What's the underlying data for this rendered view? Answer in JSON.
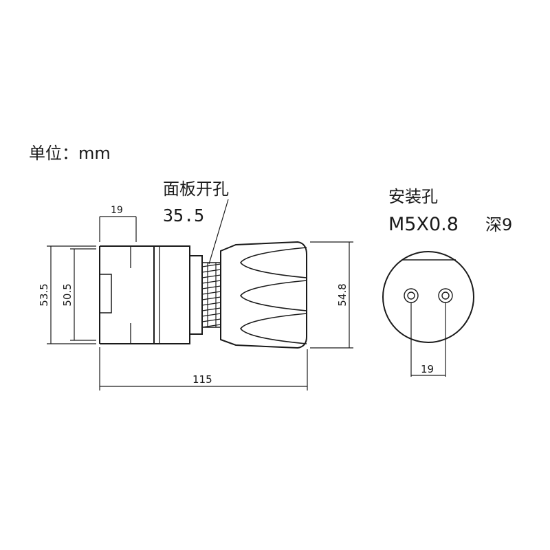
{
  "unit_label": "单位：mm",
  "panel_cutout": {
    "title": "面板开孔",
    "value": "35.5"
  },
  "mounting_hole": {
    "title": "安装孔",
    "thread": "M5X0.8",
    "depth": "深9"
  },
  "dimensions": {
    "segment_length": "19",
    "total_length": "115",
    "outer_height": "53.5",
    "inner_height": "50.5",
    "cap_height": "54.8",
    "hole_spacing": "19"
  },
  "colors": {
    "line": "#1a1a1a",
    "background": "#ffffff"
  }
}
